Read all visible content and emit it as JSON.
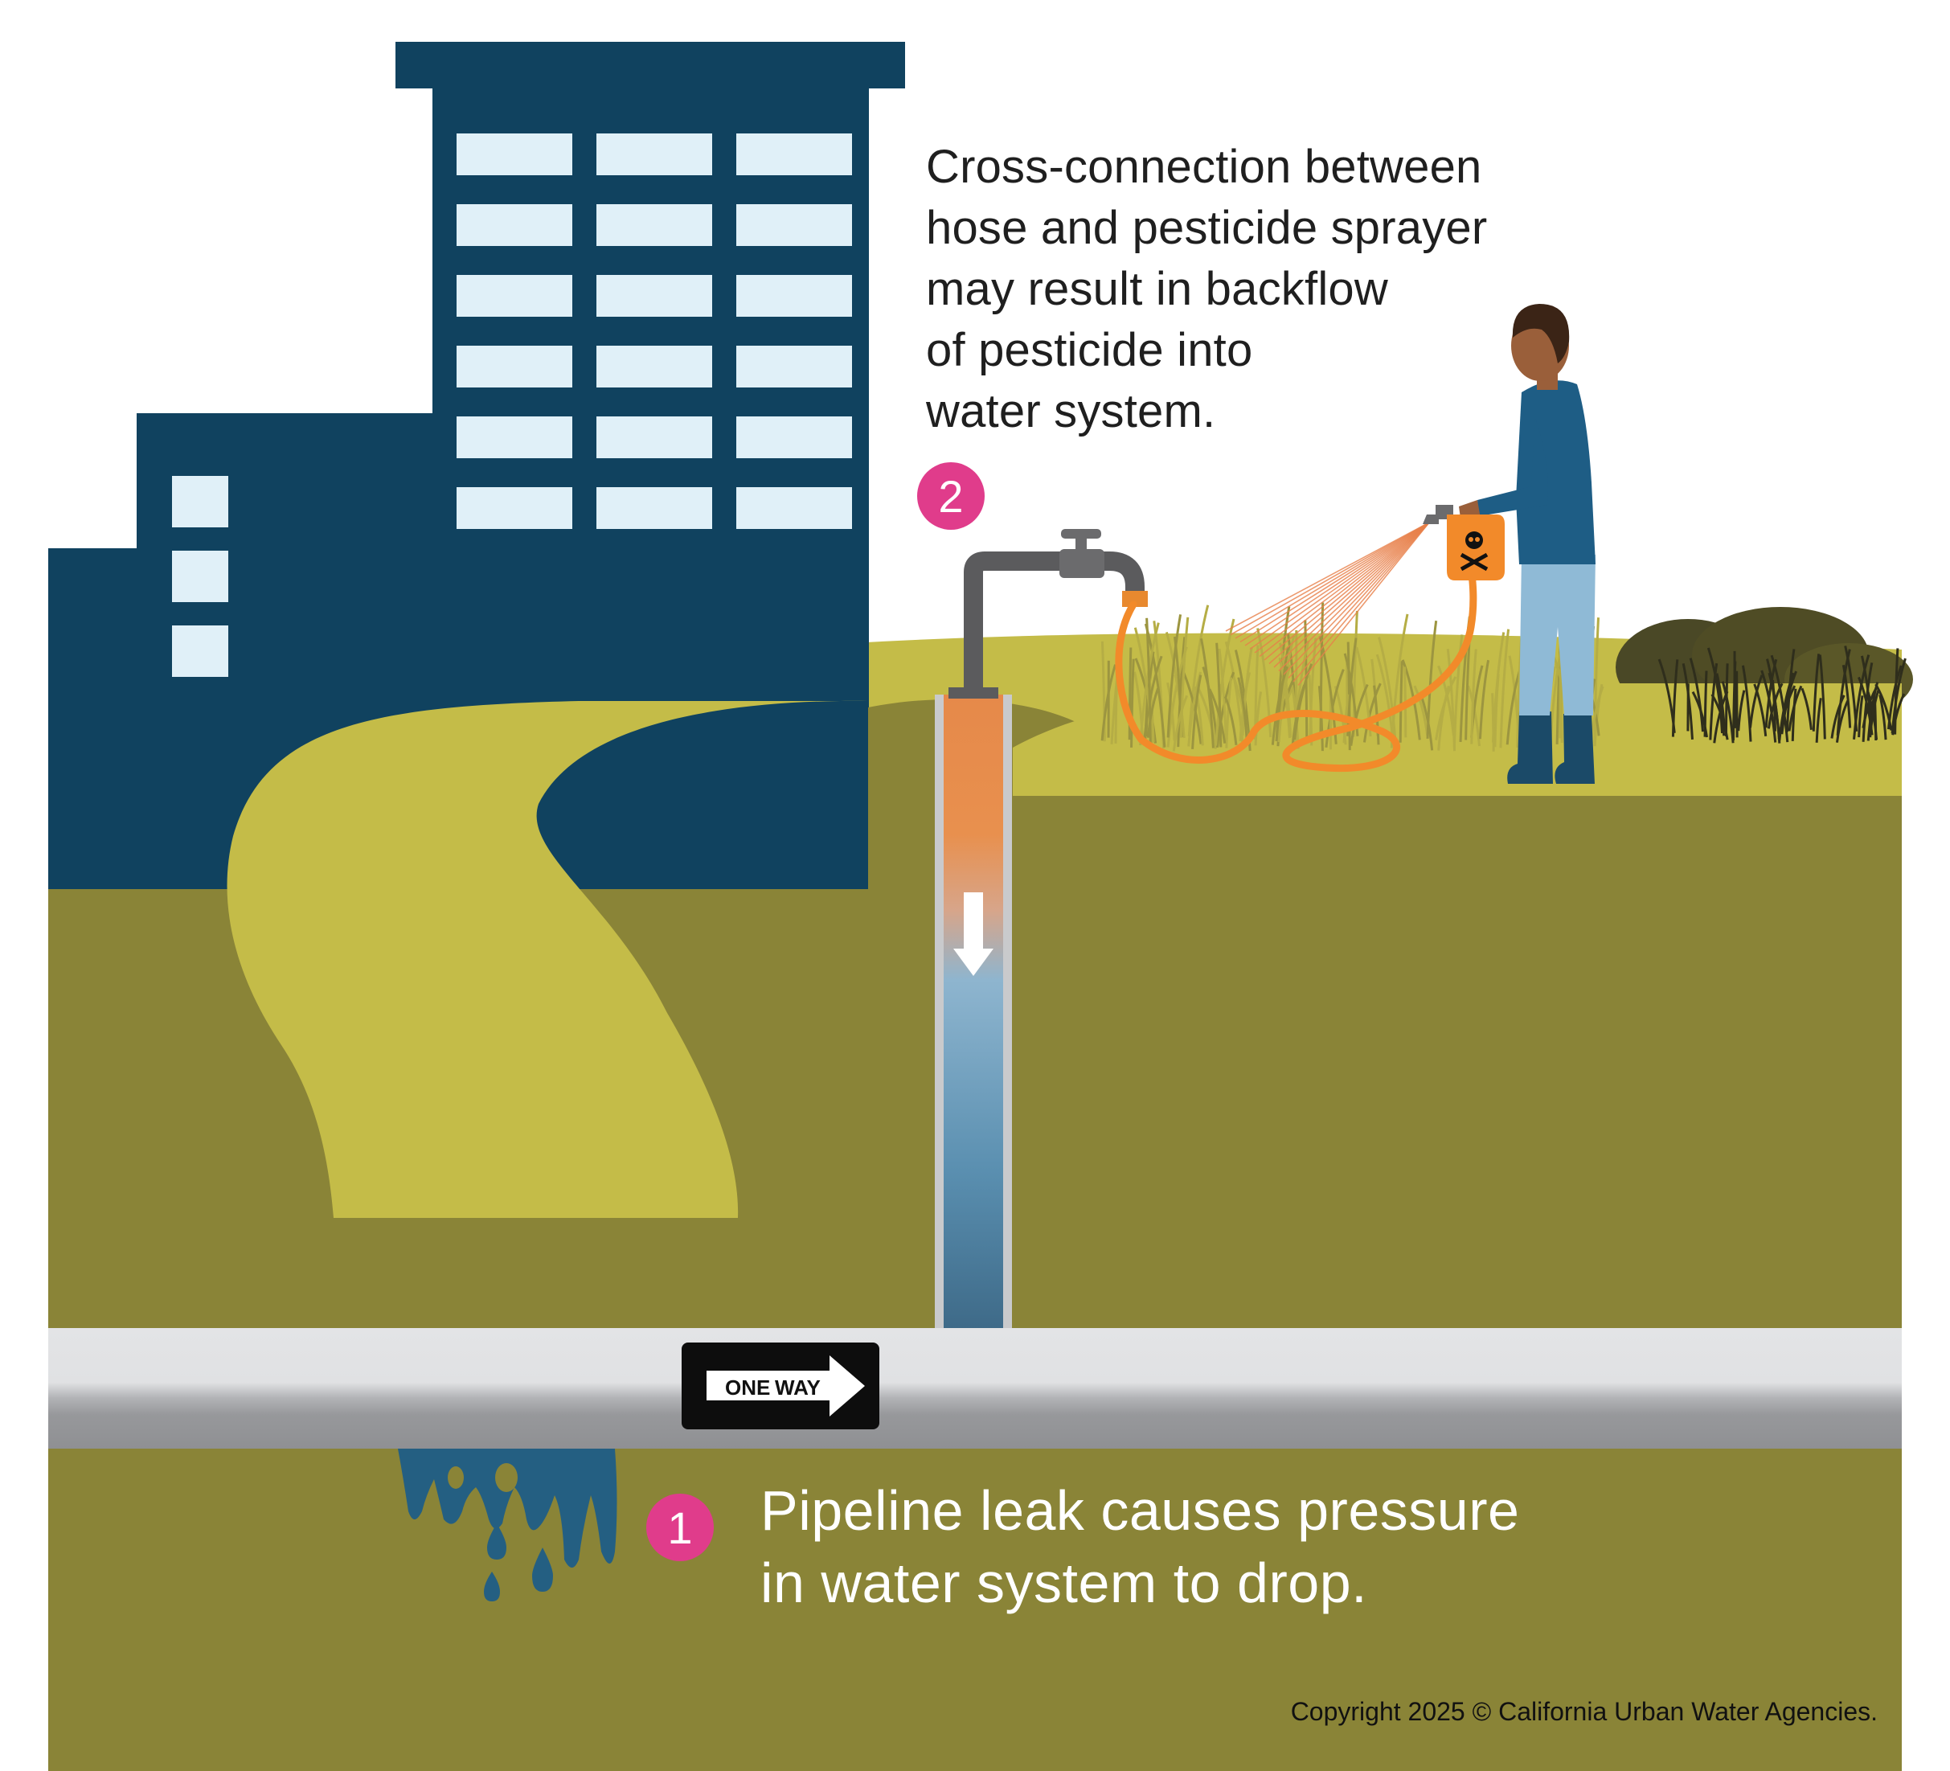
{
  "steps": [
    {
      "number": "1",
      "lines": [
        "Pipeline leak causes pressure",
        "in water system to drop."
      ]
    },
    {
      "number": "2",
      "lines": [
        "Cross-connection between",
        "hose and pesticide sprayer",
        "may result in backflow",
        "of pesticide into",
        "water system."
      ]
    }
  ],
  "sign": {
    "word1": "ONE",
    "word2": "WAY"
  },
  "copyright": "Copyright 2025 © California Urban Water Agencies.",
  "colors": {
    "building": "#10425f",
    "window": "#e0f0f8",
    "ground": "#8a8437",
    "path_grass": "#c4bc48",
    "pipe": "#9a9b9e",
    "pesticide": "#e8904a",
    "water": "#4f7d9c",
    "marker": "#e03c8b",
    "hose": "#f28a2a"
  },
  "icons": [
    "building-icon",
    "faucet-icon",
    "hose-icon",
    "person-icon",
    "sprayer-icon",
    "skull-icon",
    "arrow-down-icon",
    "leak-drops-icon",
    "one-way-sign-icon"
  ]
}
